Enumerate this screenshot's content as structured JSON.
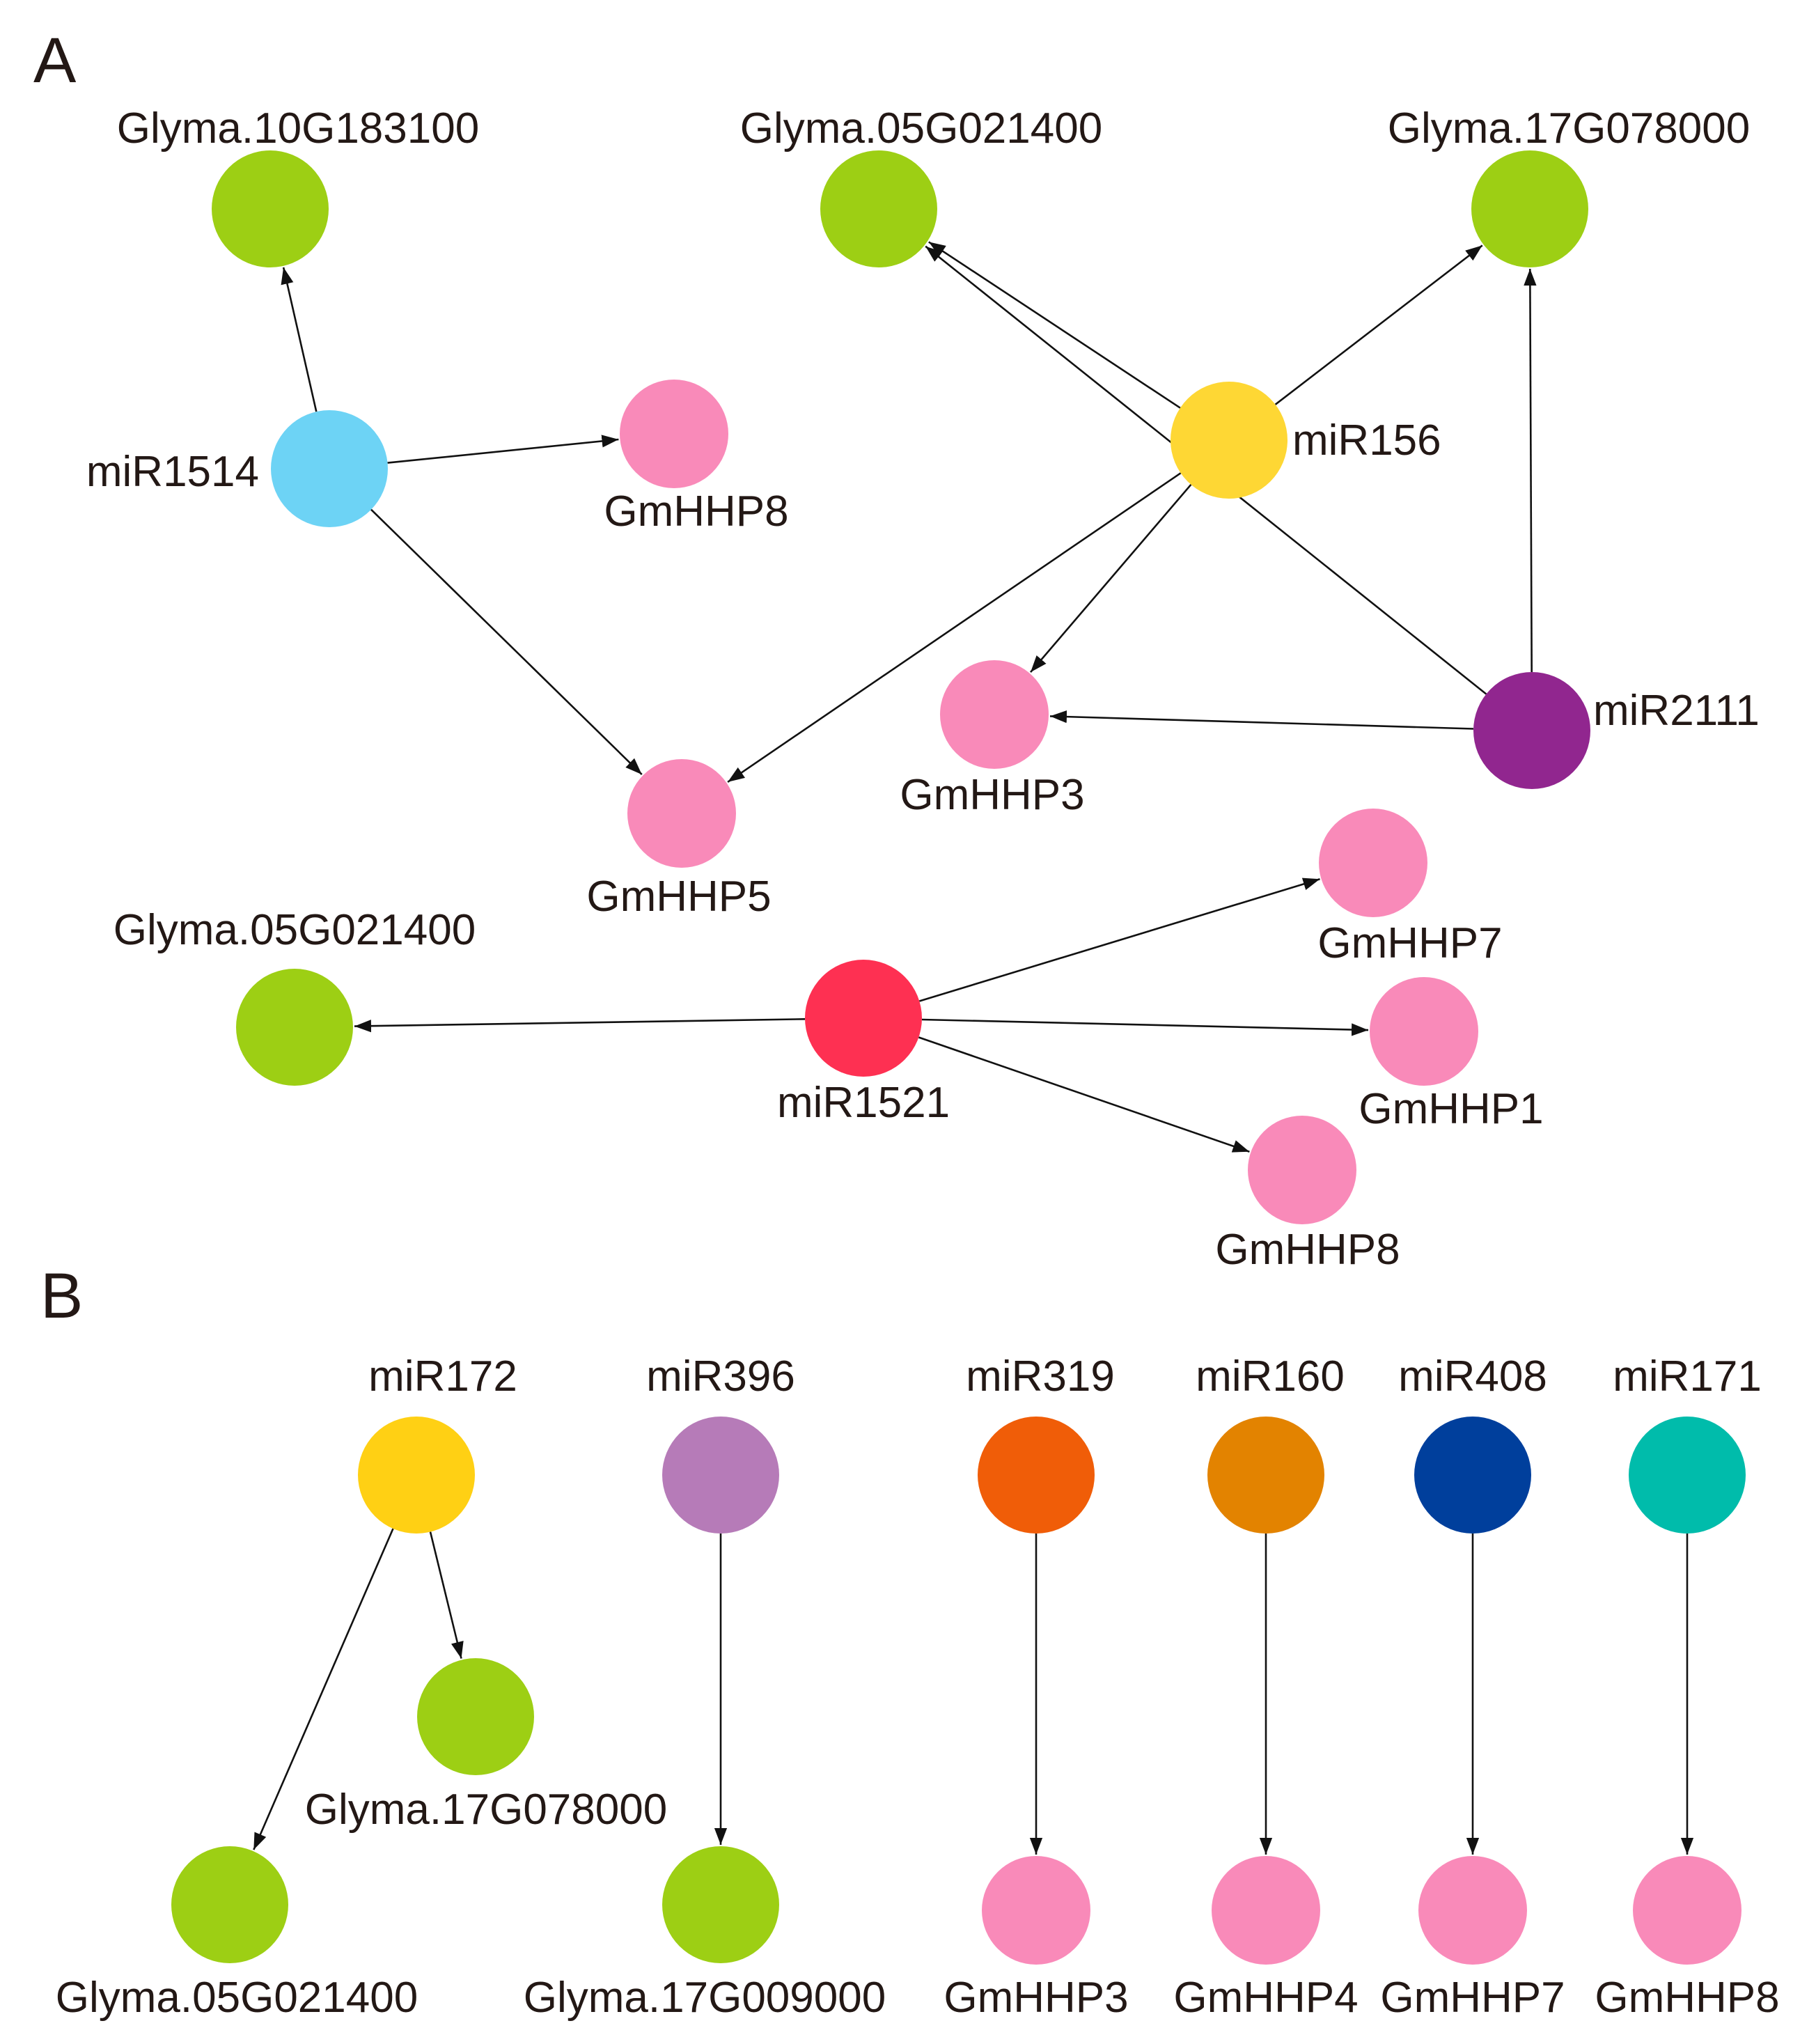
{
  "panels": {
    "a": {
      "label": "A"
    },
    "b": {
      "label": "B"
    }
  },
  "colors": {
    "target_gene": "#9dcf14",
    "gmhhp": "#f98ab9",
    "miR1514": "#6dd3f5",
    "miR156": "#fed734",
    "miR2111": "#91268f",
    "miR1521": "#fe3052",
    "miR172": "#ffd014",
    "miR396": "#b67bb8",
    "miR319": "#f05d08",
    "miR160": "#e38300",
    "miR408": "#003f9c",
    "miR171": "#00bcab",
    "edge": "#111111",
    "text": "#231815"
  },
  "nodes": [
    {
      "id": "a_glyma10",
      "label": "Glyma.10G183100",
      "color": "target_gene"
    },
    {
      "id": "a_glyma05",
      "label": "Glyma.05G021400",
      "color": "target_gene"
    },
    {
      "id": "a_glyma17",
      "label": "Glyma.17G078000",
      "color": "target_gene"
    },
    {
      "id": "a_mir1514",
      "label": "miR1514",
      "color": "miR1514"
    },
    {
      "id": "a_gmhhp8_top",
      "label": "GmHHP8",
      "color": "gmhhp"
    },
    {
      "id": "a_mir156",
      "label": "miR156",
      "color": "miR156"
    },
    {
      "id": "a_gmhhp3",
      "label": "GmHHP3",
      "color": "gmhhp"
    },
    {
      "id": "a_mir2111",
      "label": "miR2111",
      "color": "miR2111"
    },
    {
      "id": "a_gmhhp5",
      "label": "GmHHP5",
      "color": "gmhhp"
    },
    {
      "id": "a_gmhhp7",
      "label": "GmHHP7",
      "color": "gmhhp"
    },
    {
      "id": "a_glyma05_b",
      "label": "Glyma.05G021400",
      "color": "target_gene"
    },
    {
      "id": "a_mir1521",
      "label": "miR1521",
      "color": "miR1521"
    },
    {
      "id": "a_gmhhp1",
      "label": "GmHHP1",
      "color": "gmhhp"
    },
    {
      "id": "a_gmhhp8_bot",
      "label": "GmHHP8",
      "color": "gmhhp"
    },
    {
      "id": "b_mir172",
      "label": "miR172",
      "color": "miR172"
    },
    {
      "id": "b_mir396",
      "label": "miR396",
      "color": "miR396"
    },
    {
      "id": "b_mir319",
      "label": "miR319",
      "color": "miR319"
    },
    {
      "id": "b_mir160",
      "label": "miR160",
      "color": "miR160"
    },
    {
      "id": "b_mir408",
      "label": "miR408",
      "color": "miR408"
    },
    {
      "id": "b_mir171",
      "label": "miR171",
      "color": "miR171"
    },
    {
      "id": "b_glyma17_078",
      "label": "Glyma.17G078000",
      "color": "target_gene"
    },
    {
      "id": "b_glyma05",
      "label": "Glyma.05G021400",
      "color": "target_gene"
    },
    {
      "id": "b_glyma17_009",
      "label": "Glyma.17G009000",
      "color": "target_gene"
    },
    {
      "id": "b_gmhhp3",
      "label": "GmHHP3",
      "color": "gmhhp"
    },
    {
      "id": "b_gmhhp4",
      "label": "GmHHP4",
      "color": "gmhhp"
    },
    {
      "id": "b_gmhhp7",
      "label": "GmHHP7",
      "color": "gmhhp"
    },
    {
      "id": "b_gmhhp8",
      "label": "GmHHP8",
      "color": "gmhhp"
    }
  ],
  "edges": [
    {
      "from": "a_mir1514",
      "to": "a_glyma10"
    },
    {
      "from": "a_mir1514",
      "to": "a_gmhhp8_top"
    },
    {
      "from": "a_mir1514",
      "to": "a_gmhhp5"
    },
    {
      "from": "a_mir156",
      "to": "a_glyma05"
    },
    {
      "from": "a_mir156",
      "to": "a_glyma17"
    },
    {
      "from": "a_mir156",
      "to": "a_gmhhp5"
    },
    {
      "from": "a_mir156",
      "to": "a_gmhhp3"
    },
    {
      "from": "a_mir2111",
      "to": "a_glyma05"
    },
    {
      "from": "a_mir2111",
      "to": "a_glyma17"
    },
    {
      "from": "a_mir2111",
      "to": "a_gmhhp3"
    },
    {
      "from": "a_mir1521",
      "to": "a_glyma05_b"
    },
    {
      "from": "a_mir1521",
      "to": "a_gmhhp7"
    },
    {
      "from": "a_mir1521",
      "to": "a_gmhhp1"
    },
    {
      "from": "a_mir1521",
      "to": "a_gmhhp8_bot"
    },
    {
      "from": "b_mir172",
      "to": "b_glyma17_078"
    },
    {
      "from": "b_mir172",
      "to": "b_glyma05"
    },
    {
      "from": "b_mir396",
      "to": "b_glyma17_009"
    },
    {
      "from": "b_mir319",
      "to": "b_gmhhp3"
    },
    {
      "from": "b_mir160",
      "to": "b_gmhhp4"
    },
    {
      "from": "b_mir408",
      "to": "b_gmhhp7"
    },
    {
      "from": "b_mir171",
      "to": "b_gmhhp8"
    }
  ]
}
